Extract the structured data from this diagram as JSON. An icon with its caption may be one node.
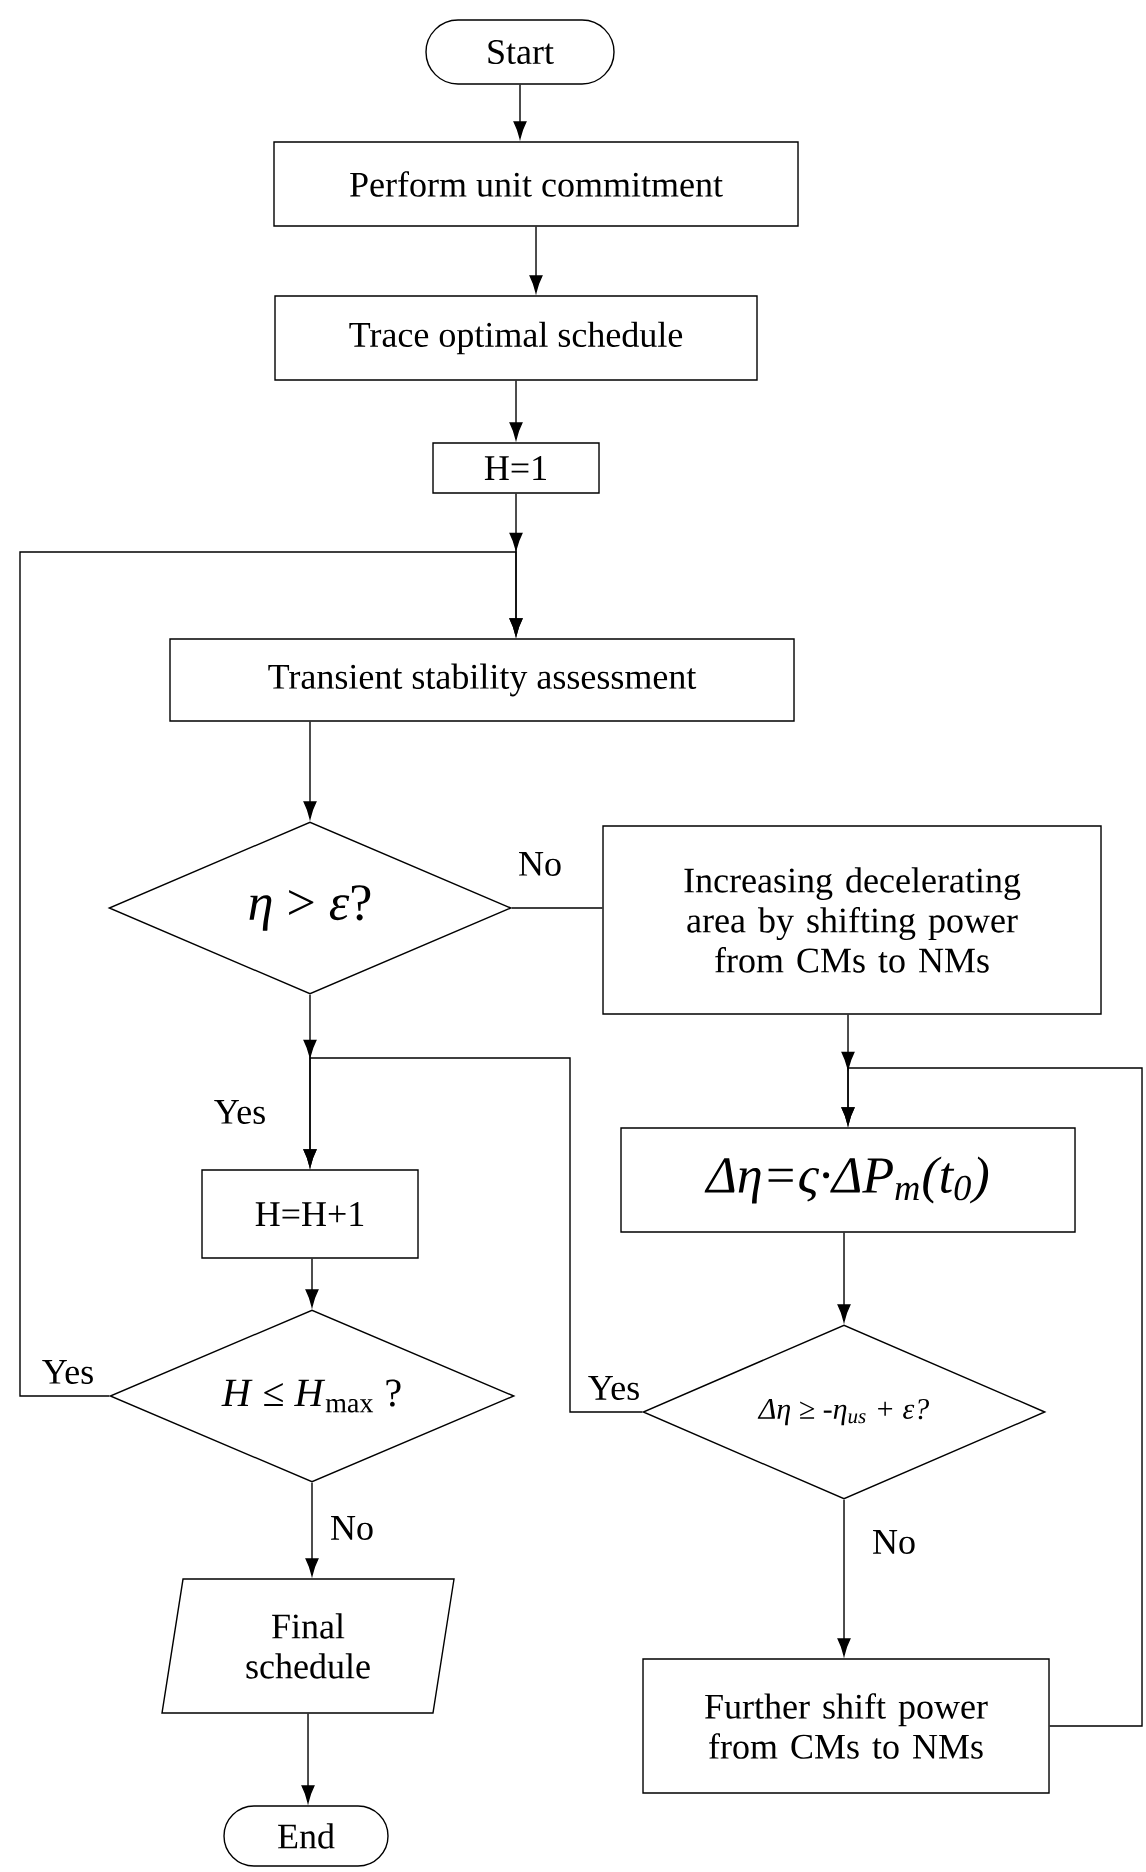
{
  "diagram": {
    "nodes": [
      {
        "text": [
          "Start"
        ]
      },
      {
        "text": [
          "Perform unit commitment"
        ]
      },
      {
        "text": [
          "Trace optimal schedule"
        ]
      },
      {
        "text": [
          "H=1"
        ]
      },
      {
        "text": [
          "Transient stability assessment"
        ]
      },
      {
        "text": [
          "*η* > *ε*?"
        ]
      },
      {
        "text": [
          "Increasing decelerating area by shifting power from CMs to NMs"
        ]
      },
      {
        "text": [
          "Δη=ς·ΔP$_{m}$(t$_{0}$)"
        ]
      },
      {
        "text": [
          "H=H+1"
        ]
      },
      {
        "text": [
          "*H* ≤ *H*$_{max}$ ?"
        ]
      },
      {
        "text": [
          "Δη ≥ -η$_{us}$ + ε?"
        ]
      },
      {
        "text": [
          "Final schedule"
        ]
      },
      {
        "text": [
          "Further shift power from CMs to NMs"
        ]
      },
      {
        "text": [
          "End"
        ]
      }
    ],
    "edges": [
      {
        "from": 0,
        "to": 1,
        "arrow": "to"
      },
      {
        "from": 1,
        "to": 2,
        "arrow": "to"
      },
      {
        "from": 2,
        "to": 3,
        "arrow": "to"
      },
      {
        "from": 3,
        "to": 4,
        "arrow": "to"
      },
      {
        "from": 4,
        "to": 5,
        "arrow": "to"
      },
      {
        "from": 5,
        "to": 6,
        "arrow": "none",
        "label": "No"
      },
      {
        "from": 5,
        "to": 8,
        "arrow": "to",
        "label": "Yes"
      },
      {
        "from": 6,
        "to": 7,
        "arrow": "to"
      },
      {
        "from": 7,
        "to": 10,
        "arrow": "to"
      },
      {
        "from": 8,
        "to": 9,
        "arrow": "to"
      },
      {
        "from": 9,
        "to": 4,
        "arrow": "to",
        "label": "Yes"
      },
      {
        "from": 9,
        "to": 11,
        "arrow": "to",
        "label": "No"
      },
      {
        "from": 10,
        "to": 8,
        "arrow": "to",
        "label": "Yes"
      },
      {
        "from": 10,
        "to": 12,
        "arrow": "to",
        "label": "No"
      },
      {
        "from": 11,
        "to": 13,
        "arrow": "to"
      },
      {
        "from": 12,
        "to": 7,
        "arrow": "to"
      }
    ]
  }
}
